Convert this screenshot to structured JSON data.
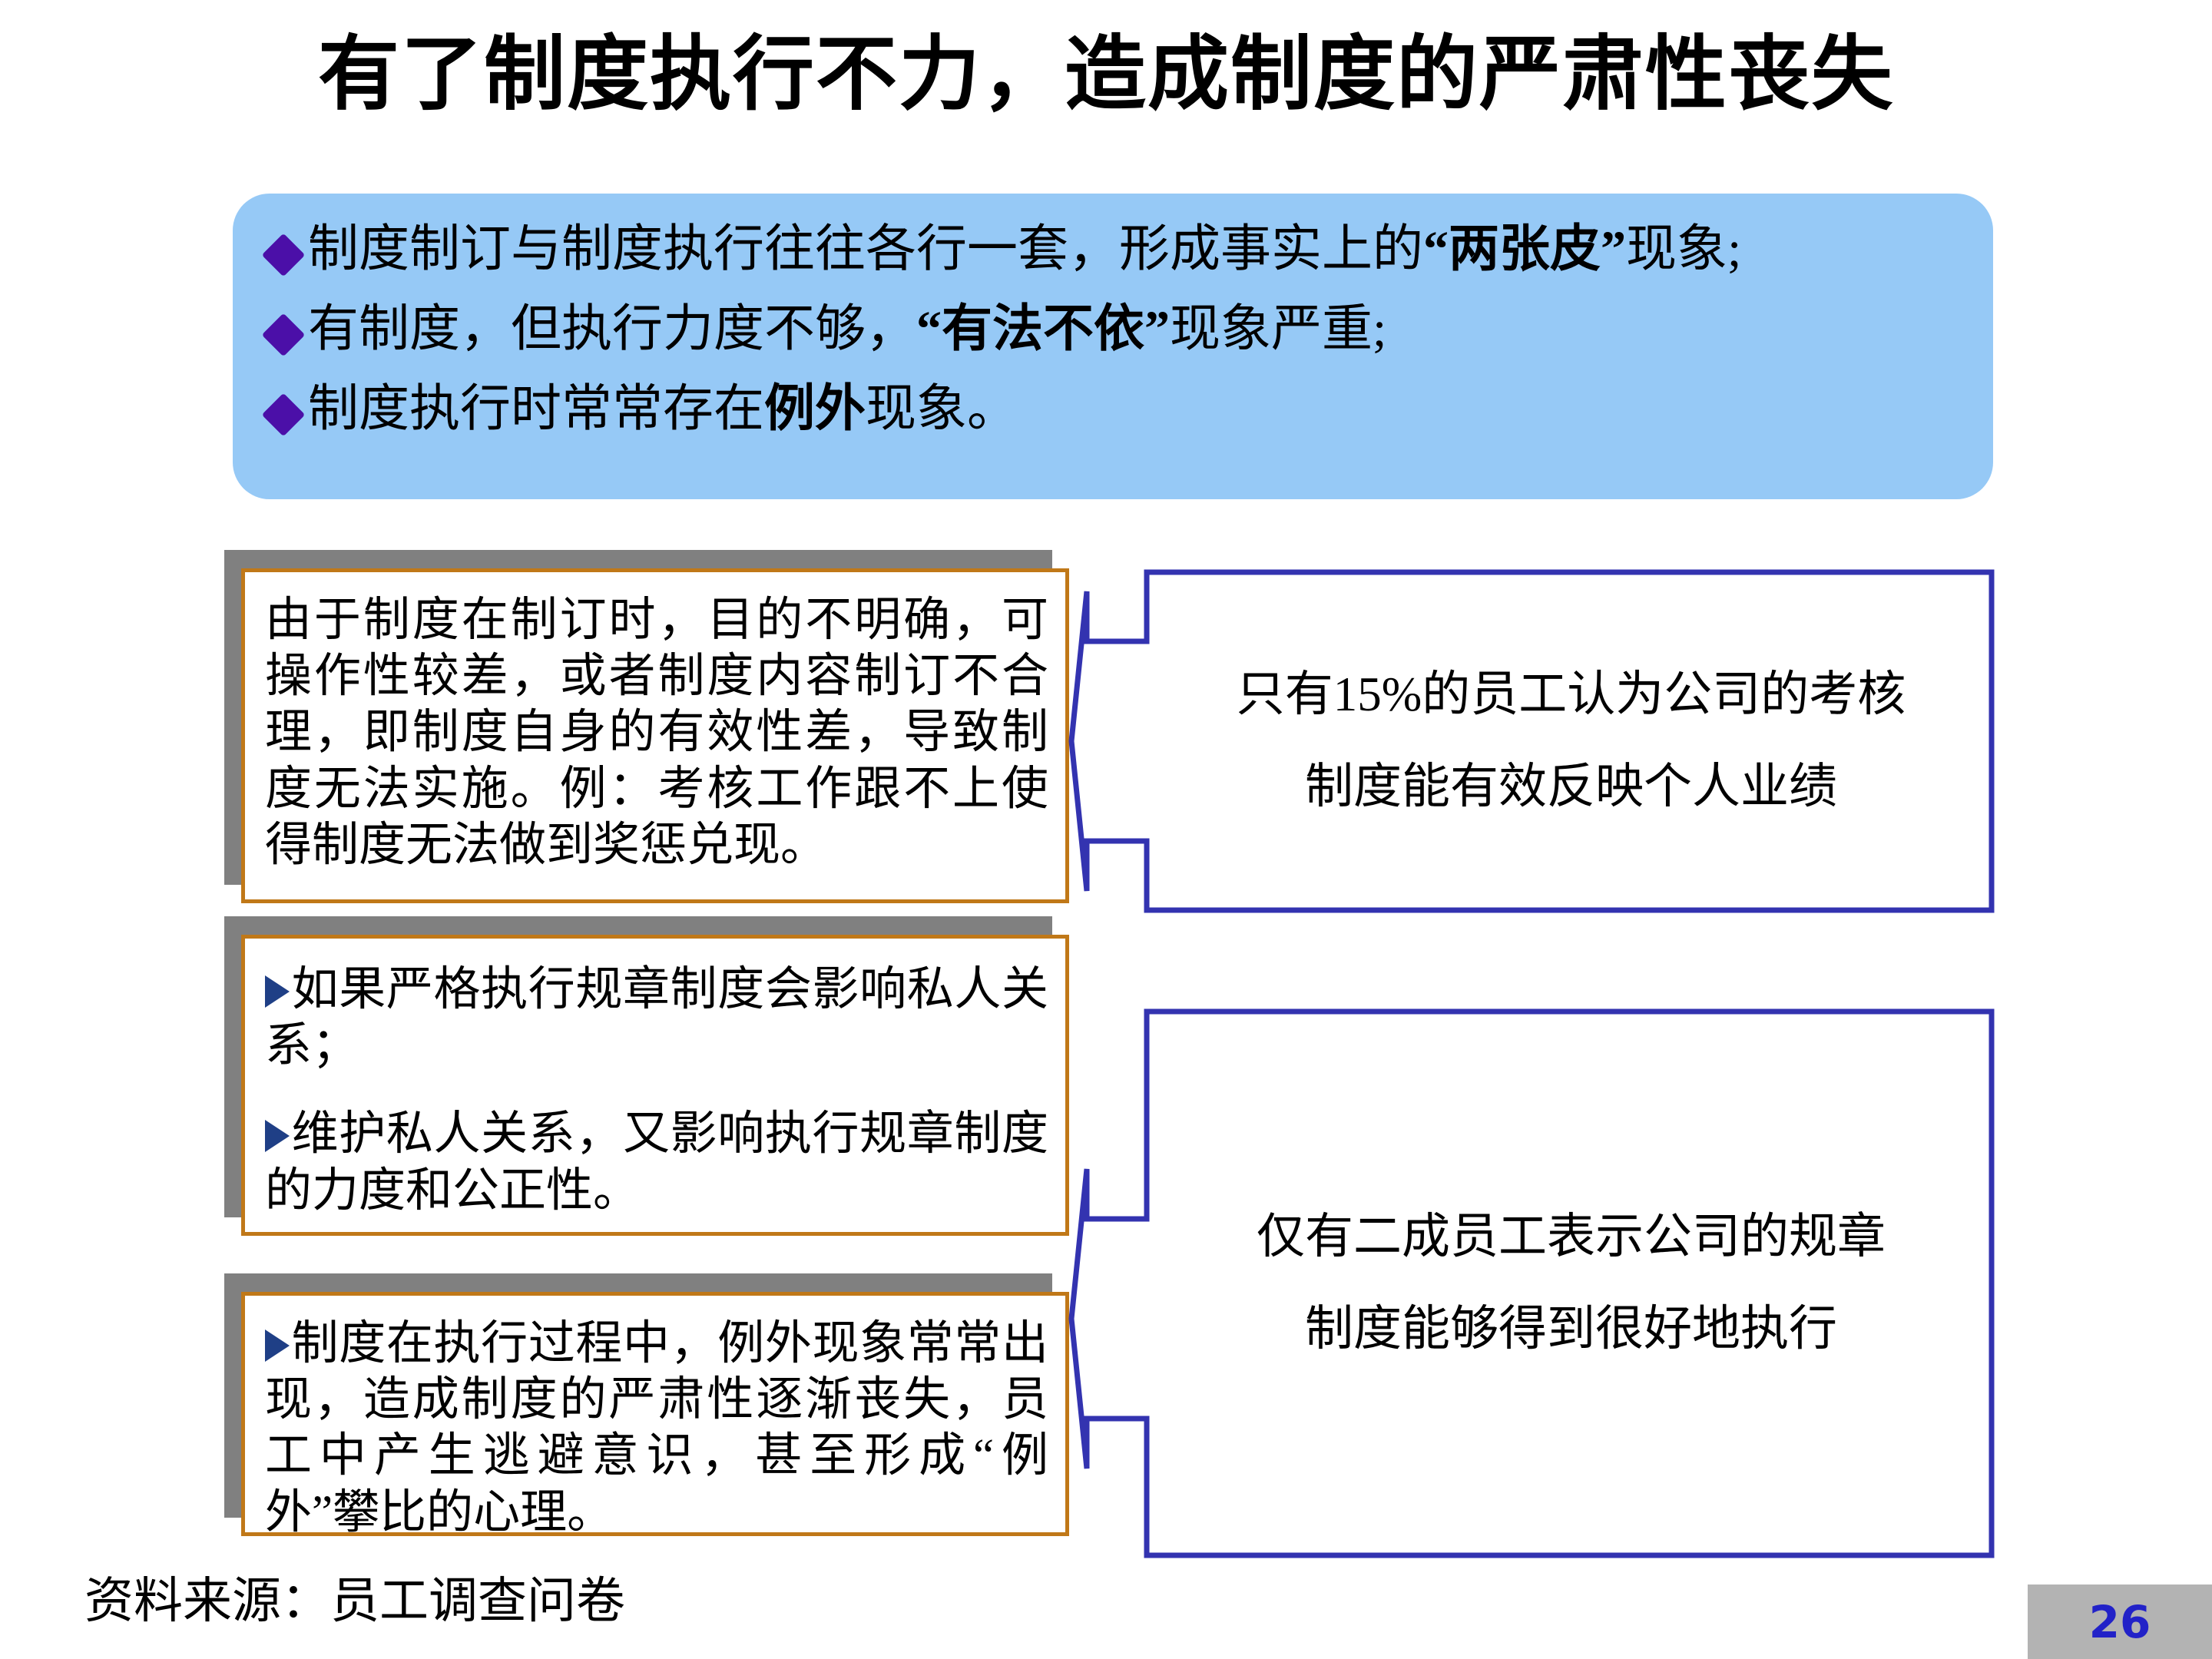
{
  "slide": {
    "title": "有了制度执行不力，造成制度的严肃性丧失",
    "page_number": "26",
    "source_note": "资料来源：员工调查问卷",
    "accent_colors": {
      "panel_fill": "#96C9F6",
      "diamond_bullet": "#4B0FA8",
      "box_border": "#C07818",
      "box_shadow": "#808080",
      "callout_stroke": "#3333B0",
      "triangle_bullet": "#1F3F86",
      "page_badge_bg": "#B3B3B3",
      "page_number_color": "#2222C8"
    }
  },
  "blue_panel": {
    "bullets": [
      {
        "pre": "制度制订与制度执行往往各行一套，形成事实上的",
        "strong": "“两张皮”",
        "post": "现象;"
      },
      {
        "pre": "有制度，但执行力度不够，",
        "strong": "“有法不依”",
        "post": "现象严重;"
      },
      {
        "pre": "制度执行时常常存在",
        "strong": "例外",
        "post": "现象。"
      }
    ]
  },
  "left_boxes": [
    {
      "paragraphs": [
        {
          "bullet": false,
          "text": "由于制度在制订时，目的不明确，可操作性较差，或者制度内容制订不合理，即制度自身的有效性差，导致制度无法实施。例：考核工作跟不上使得制度无法做到奖惩兑现。"
        }
      ]
    },
    {
      "paragraphs": [
        {
          "bullet": true,
          "text": "如果严格执行规章制度会影响私人关系；"
        },
        {
          "bullet": true,
          "text": "维护私人关系，又影响执行规章制度的力度和公正性。"
        }
      ]
    },
    {
      "paragraphs": [
        {
          "bullet": true,
          "text": "制度在执行过程中，例外现象常常出现，造成制度的严肃性逐渐丧失，员工中产生逃避意识，甚至形成“例外”攀比的心理。"
        }
      ]
    }
  ],
  "callouts": [
    {
      "line1": "只有15%的员工认为公司的考核",
      "line2": "制度能有效反映个人业绩"
    },
    {
      "line1": "仅有二成员工表示公司的规章",
      "line2": "制度能够得到很好地执行"
    }
  ]
}
